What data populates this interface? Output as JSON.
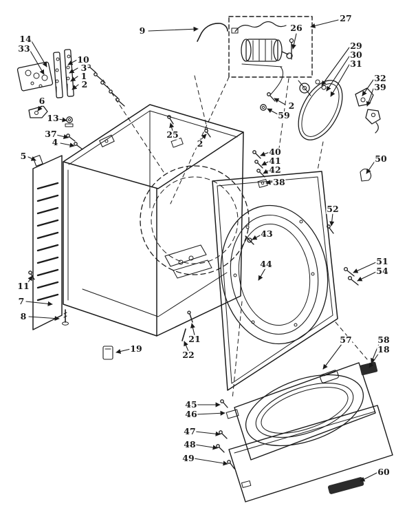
{
  "diagram": {
    "background": "#ffffff",
    "ink": "#1a1a1a",
    "dark_part_fill": "#2b2b2b"
  },
  "callouts": [
    {
      "label": "9"
    },
    {
      "label": "27"
    },
    {
      "label": "26"
    },
    {
      "label": "14"
    },
    {
      "label": "33"
    },
    {
      "label": "10"
    },
    {
      "label": "3"
    },
    {
      "label": "1"
    },
    {
      "label": "2"
    },
    {
      "label": "29"
    },
    {
      "label": "30"
    },
    {
      "label": "31"
    },
    {
      "label": "32"
    },
    {
      "label": "39"
    },
    {
      "label": "6"
    },
    {
      "label": "2"
    },
    {
      "label": "59"
    },
    {
      "label": "13"
    },
    {
      "label": "37"
    },
    {
      "label": "4"
    },
    {
      "label": "25"
    },
    {
      "label": "2"
    },
    {
      "label": "5"
    },
    {
      "label": "40"
    },
    {
      "label": "41"
    },
    {
      "label": "42"
    },
    {
      "label": "38"
    },
    {
      "label": "50"
    },
    {
      "label": "52"
    },
    {
      "label": "43"
    },
    {
      "label": "44"
    },
    {
      "label": "51"
    },
    {
      "label": "54"
    },
    {
      "label": "11"
    },
    {
      "label": "7"
    },
    {
      "label": "8"
    },
    {
      "label": "21"
    },
    {
      "label": "19"
    },
    {
      "label": "22"
    },
    {
      "label": "57"
    },
    {
      "label": "58"
    },
    {
      "label": "18"
    },
    {
      "label": "45"
    },
    {
      "label": "46"
    },
    {
      "label": "47"
    },
    {
      "label": "48"
    },
    {
      "label": "49"
    },
    {
      "label": "60"
    }
  ]
}
